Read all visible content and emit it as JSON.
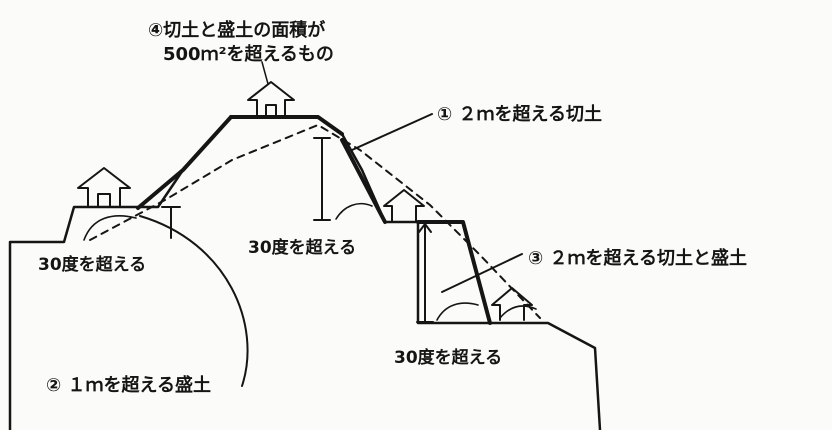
{
  "labels": {
    "item4_line1": "④切土と盛土の面積が",
    "item4_line2": "500ｍ²を超えるもの",
    "item1": "① ２ｍを超える切土",
    "item3": "③ ２ｍを超える切土と盛土",
    "angle_left": "30度を超える",
    "angle_middle": "30度を超える",
    "angle_lower": "30度を超える",
    "item2": "② １ｍを超える盛土"
  },
  "colors": {
    "ink": "#151515",
    "paper": "#fbfbf9"
  }
}
